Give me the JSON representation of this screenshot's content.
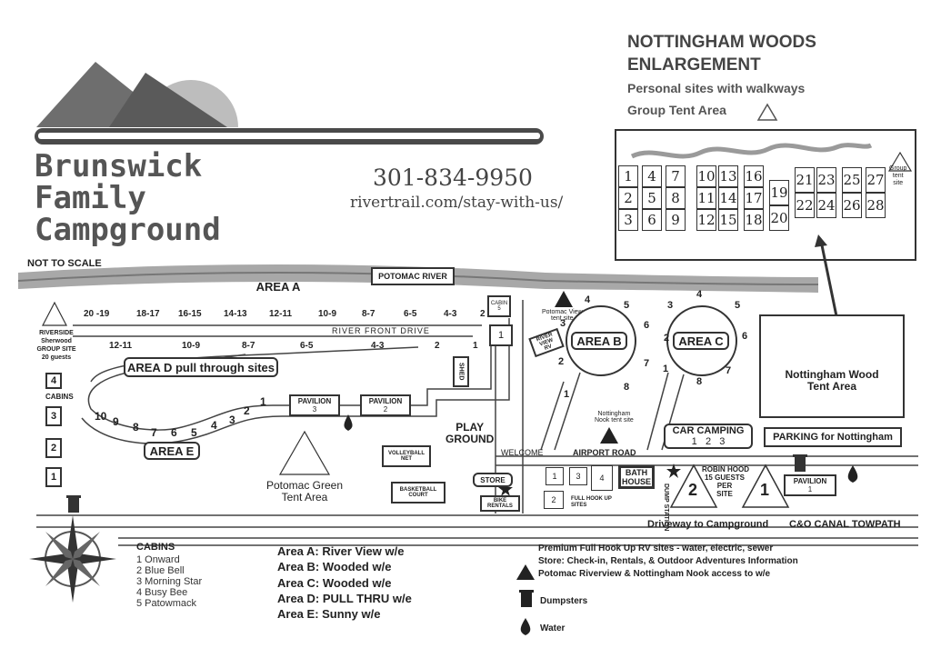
{
  "header": {
    "title_lines": [
      "Brunswick",
      "Family",
      "Campground"
    ],
    "phone": "301-834-9950",
    "url": "rivertrail.com/stay-with-us/",
    "not_to_scale": "NOT TO SCALE"
  },
  "enlargement": {
    "title_line1": "NOTTINGHAM WOODS",
    "title_line2": "ENLARGEMENT",
    "subtitle": "Personal sites with walkways",
    "group_tent": "Group Tent Area",
    "group_tent_site": [
      "Group",
      "tent",
      "site"
    ],
    "sites": [
      "1",
      "2",
      "3",
      "4",
      "5",
      "6",
      "7",
      "8",
      "9",
      "10",
      "11",
      "12",
      "13",
      "14",
      "15",
      "16",
      "17",
      "18",
      "19",
      "20",
      "21",
      "22",
      "23",
      "24",
      "25",
      "26",
      "27",
      "28"
    ]
  },
  "map": {
    "area_a": "AREA A",
    "river": "POTOMAC RIVER",
    "river_front_drive": "RIVER FRONT DRIVE",
    "row1_sites": [
      "20 -19",
      "18-17",
      "16-15",
      "14-13",
      "12-11",
      "10-9",
      "8-7",
      "6-5",
      "4-3",
      "2"
    ],
    "row2_sites": [
      "12-11",
      "10-9",
      "8-7",
      "6-5",
      "4-3",
      "2",
      "1"
    ],
    "area_d": "AREA D  pull through sites",
    "shed": "SHED",
    "cabin5": [
      "CABIN",
      "5"
    ],
    "site_one": "1",
    "riverside": [
      "RIVERSIDE",
      "Sherwood",
      "GROUP SITE",
      "20 guests"
    ],
    "cabins_label": "CABINS",
    "cabin_numbers": [
      "4",
      "3",
      "2",
      "1"
    ],
    "area_e_sites": [
      "10",
      "9",
      "8",
      "7",
      "6",
      "5",
      "4",
      "3",
      "2",
      "1"
    ],
    "area_e": "AREA  E",
    "pavilion3": [
      "PAVILION",
      "3"
    ],
    "pavilion2": [
      "PAVILION",
      "2"
    ],
    "potomac_green": [
      "Potomac Green",
      "Tent Area"
    ],
    "volleyball": [
      "VOLLEYBALL",
      "NET"
    ],
    "basketball": [
      "BASKETBALL",
      "COURT"
    ],
    "playground": [
      "PLAY",
      "GROUND"
    ],
    "store": "STORE",
    "bike_rentals": [
      "BIKE",
      "RENTALS"
    ],
    "welcome": "WELCOME",
    "airport_road": "AIRPORT ROAD",
    "river_view_rv": [
      "RIVER VIEW",
      "RV"
    ],
    "potomac_view_tent": [
      "Potomac View",
      "tent site"
    ],
    "nottingham_nook": [
      "Nottingham",
      "Nook tent site"
    ],
    "area_b": "AREA B",
    "area_b_sites": [
      "4",
      "5",
      "3",
      "6",
      "2",
      "7",
      "1",
      "8"
    ],
    "area_c": "AREA C",
    "area_c_sites": [
      "4",
      "5",
      "3",
      "6",
      "2",
      "7",
      "1",
      "8"
    ],
    "nottingham_wood_tent": [
      "Nottingham Wood",
      "Tent Area"
    ],
    "car_camping": "CAR CAMPING",
    "car_camping_sites": [
      "1",
      "2",
      "3"
    ],
    "parking": "PARKING for Nottingham",
    "hookup_boxes": [
      "1",
      "3",
      "4",
      "2"
    ],
    "full_hookup": [
      "FULL HOOK UP",
      "SITES"
    ],
    "bath_house": [
      "BATH",
      "HOUSE"
    ],
    "dump_station": [
      "DUMP",
      "STATION"
    ],
    "robin_hood": [
      "ROBIN HOOD",
      "15 GUESTS",
      "PER",
      "SITE"
    ],
    "robin_hood_sites": [
      "2",
      "1"
    ],
    "pavilion1": [
      "PAVILION",
      "1"
    ],
    "driveway": "Driveway to Campground",
    "towpath": "C&O CANAL TOWPATH"
  },
  "legend": {
    "cabins_title": "CABINS",
    "cabins": [
      "1 Onward",
      "2 Blue Bell",
      "3 Morning Star",
      "4 Busy Bee",
      "5 Patowmack"
    ],
    "areas": [
      "Area A: River View w/e",
      "Area B: Wooded w/e",
      "Area C: Wooded w/e",
      "Area D: PULL THRU w/e",
      "Area E: Sunny w/e"
    ],
    "premium": "Premium Full Hook Up RV sites - water, electric, sewer",
    "store_info": "Store: Check-in, Rentals, & Outdoor Adventures Information",
    "tent_access": "Potomac Riverview & Nottingham Nook access to w/e",
    "dumpsters": "Dumpsters",
    "water": "Water"
  },
  "colors": {
    "ink": "#222222",
    "river": "#9a9a9a",
    "mountain": "#6e6e6e",
    "sun": "#bdbdbd"
  }
}
